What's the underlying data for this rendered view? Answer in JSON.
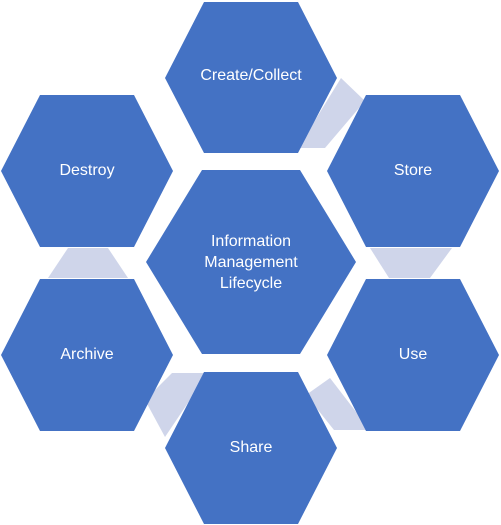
{
  "diagram": {
    "colors": {
      "hexagon_fill": "#4472C4",
      "connector_fill": "#CFD5EA",
      "label_text": "#FFFFFF",
      "background": "#FFFFFF"
    },
    "center": {
      "label_lines": [
        "Information",
        "Management",
        "Lifecycle"
      ]
    },
    "stages": [
      {
        "id": "create-collect",
        "label": "Create/Collect"
      },
      {
        "id": "store",
        "label": "Store"
      },
      {
        "id": "use",
        "label": "Use"
      },
      {
        "id": "share",
        "label": "Share"
      },
      {
        "id": "archive",
        "label": "Archive"
      },
      {
        "id": "destroy",
        "label": "Destroy"
      }
    ]
  }
}
